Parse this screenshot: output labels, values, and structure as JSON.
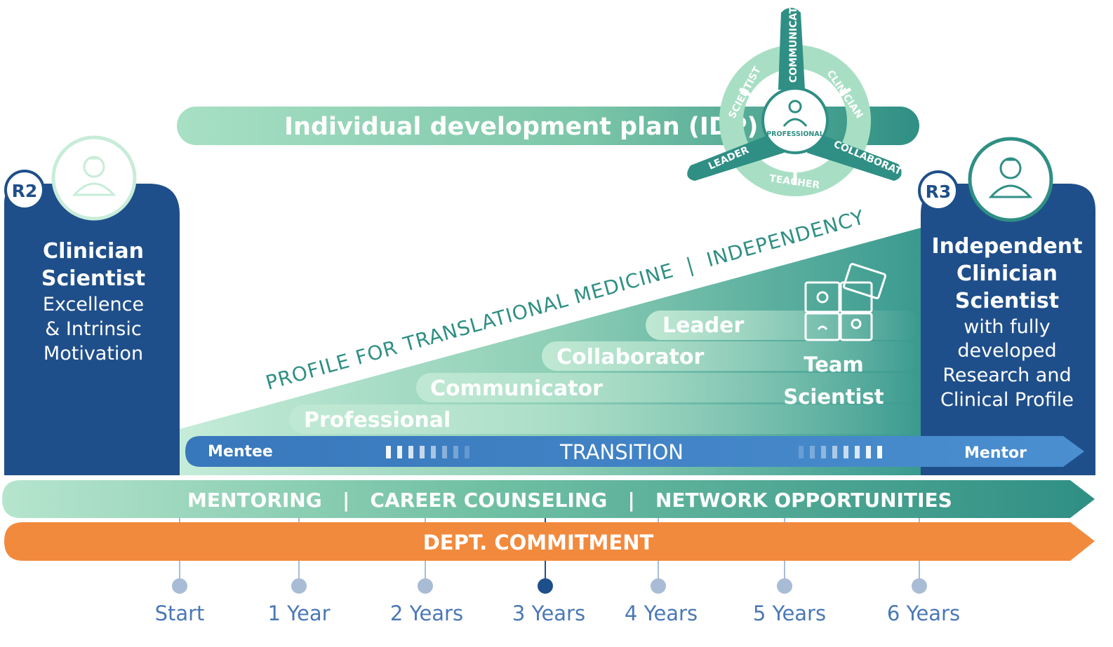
{
  "idp": {
    "title": "Individual development plan (IDP)"
  },
  "wheel": {
    "center": "PROFESSIONAL",
    "roles": [
      "SCIENTIST",
      "COMMUNICATOR",
      "CLINICIAN",
      "COLLABORATOR",
      "TEACHER",
      "LEADER"
    ]
  },
  "left_panel": {
    "badge": "R2",
    "lines_bold": [
      "Clinician",
      "Scientist"
    ],
    "lines": [
      "Excellence",
      "& Intrinsic",
      "Motivation"
    ]
  },
  "right_panel": {
    "badge": "R3",
    "lines_bold": [
      "Independent",
      "Clinician",
      "Scientist"
    ],
    "lines": [
      "with fully",
      "developed",
      "Research and",
      "Clinical Profile"
    ]
  },
  "ramp": {
    "heading": "PROFILE FOR TRANSLATIONAL MEDICINE  |  INDEPENDENCY",
    "steps": [
      "Leader",
      "Collaborator",
      "Communicator",
      "Professional"
    ],
    "team": [
      "Team",
      "Scientist"
    ]
  },
  "transition": {
    "left": "Mentee",
    "center": "TRANSITION",
    "right": "Mentor"
  },
  "support": {
    "label": "MENTORING   |   CAREER COUNSELING   |   NETWORK OPPORTUNITIES"
  },
  "commitment": {
    "label": "DEPT. COMMITMENT"
  },
  "timeline": {
    "labels": [
      "Start",
      "1 Year",
      "2 Years",
      "3 Years",
      "4 Years",
      "5 Years",
      "6 Years"
    ],
    "highlight_index": 3
  },
  "colors": {
    "navy": "#1f4f8a",
    "teal": "#3a9a8f",
    "mint": "#a6dcc2",
    "orange": "#f28a3d",
    "blue_bar": "#3e7fc0",
    "timeline_dot": "#a9bcd6",
    "timeline_dot_active": "#1f4f8a",
    "timeline_text": "#4a78b6"
  }
}
